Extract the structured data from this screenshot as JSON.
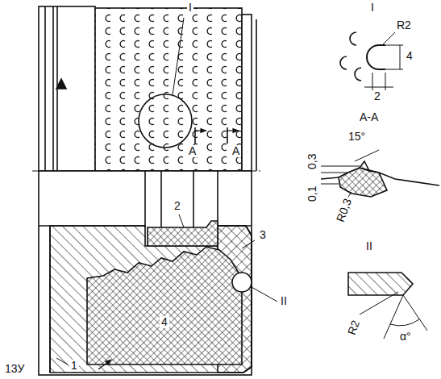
{
  "diagram": {
    "labels": [
      "I",
      "A",
      "A",
      "2",
      "3",
      "1",
      "4",
      "II",
      "I",
      "R2",
      "4",
      "2",
      "A-A",
      "0,3",
      "15°",
      "0,1",
      "R0,3",
      "II",
      "R2",
      "α°",
      "13У"
    ]
  }
}
